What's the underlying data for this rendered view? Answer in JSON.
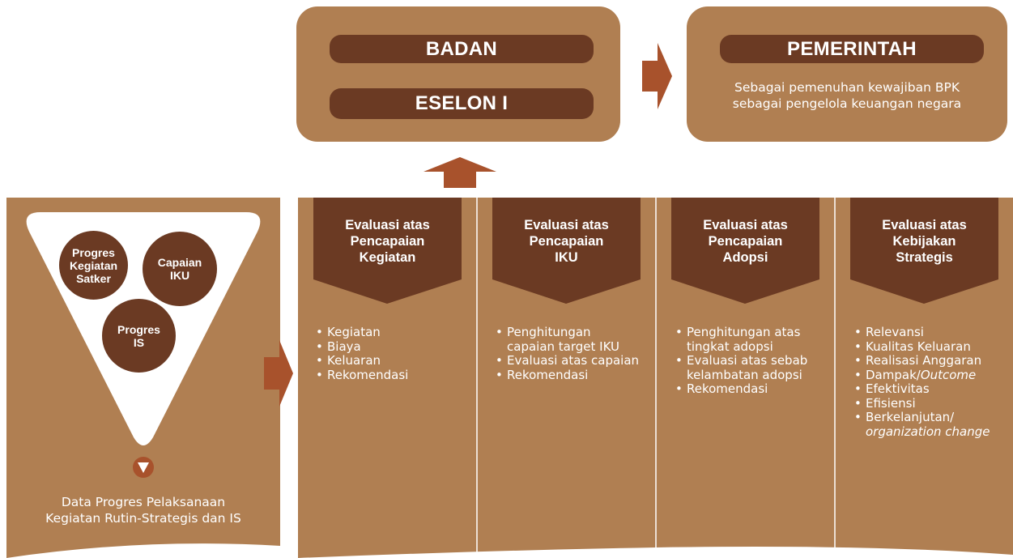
{
  "colors": {
    "tan": "#b07f52",
    "dark_brown": "#6b3a23",
    "arrow": "#a8522c",
    "text": "#ffffff"
  },
  "top": {
    "badan_label": "BADAN",
    "eselon_label": "ESELON I",
    "pemerintah_label": "PEMERINTAH",
    "pemerintah_sub_line1": "Sebagai pemenuhan kewajiban BPK",
    "pemerintah_sub_line2": "sebagai pengelola keuangan negara"
  },
  "left_panel": {
    "circles": [
      {
        "lines": [
          "Progres",
          "Kegiatan",
          "Satker"
        ]
      },
      {
        "lines": [
          "Capaian",
          "IKU"
        ]
      },
      {
        "lines": [
          "Progres",
          "IS"
        ]
      }
    ],
    "down_icon": "chevron-down-icon",
    "caption_line1": "Data Progres Pelaksanaan",
    "caption_line2": "Kegiatan Rutin-Strategis dan IS"
  },
  "columns": [
    {
      "title_lines": [
        "Evaluasi atas",
        "Pencapaian",
        "Kegiatan"
      ],
      "items": [
        {
          "text": "Kegiatan"
        },
        {
          "text": "Biaya"
        },
        {
          "text": "Keluaran"
        },
        {
          "text": "Rekomendasi"
        }
      ]
    },
    {
      "title_lines": [
        "Evaluasi atas",
        "Pencapaian",
        "IKU"
      ],
      "items": [
        {
          "text": "Penghitungan capaian target IKU"
        },
        {
          "text": "Evaluasi atas capaian"
        },
        {
          "text": "Rekomendasi"
        }
      ]
    },
    {
      "title_lines": [
        "Evaluasi atas",
        "Pencapaian",
        "Adopsi"
      ],
      "items": [
        {
          "text": "Penghitungan atas tingkat adopsi"
        },
        {
          "text": "Evaluasi atas sebab kelambatan adopsi"
        },
        {
          "text": "Rekomendasi"
        }
      ]
    },
    {
      "title_lines": [
        "Evaluasi atas",
        "Kebijakan",
        "Strategis"
      ],
      "items": [
        {
          "text": "Relevansi"
        },
        {
          "text": "Kualitas Keluaran"
        },
        {
          "text": "Realisasi Anggaran"
        },
        {
          "text": "Dampak/",
          "italic": "Outcome"
        },
        {
          "text": "Efektivitas"
        },
        {
          "text": "Efisiensi"
        },
        {
          "text": "Berkelanjutan/",
          "italic": "organization change"
        }
      ]
    }
  ]
}
